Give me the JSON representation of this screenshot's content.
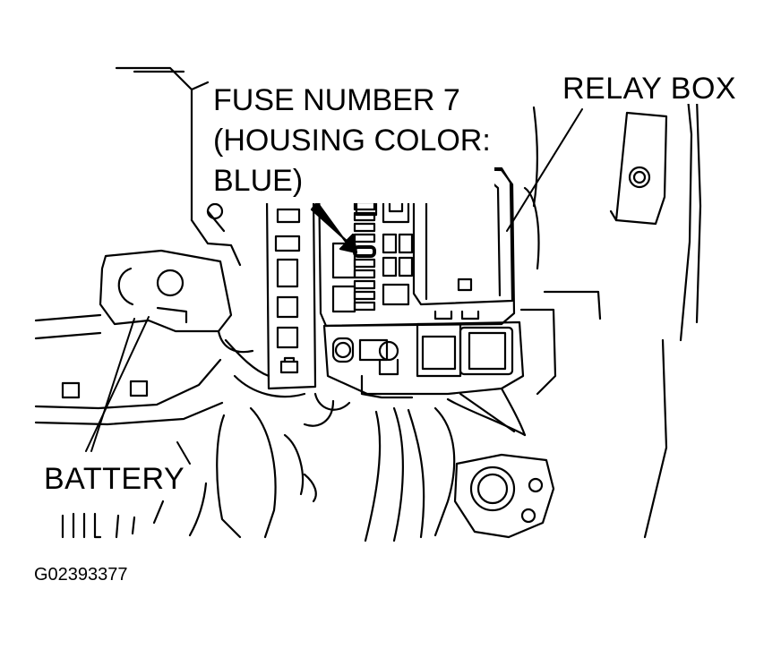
{
  "labels": {
    "fuse_line1": "FUSE NUMBER 7",
    "fuse_line2": "(HOUSING COLOR:",
    "fuse_line3": "BLUE)",
    "relay_box": "RELAY BOX",
    "battery": "BATTERY"
  },
  "figure_id": "G02393377",
  "colors": {
    "ink": "#000000",
    "paper": "#ffffff"
  }
}
